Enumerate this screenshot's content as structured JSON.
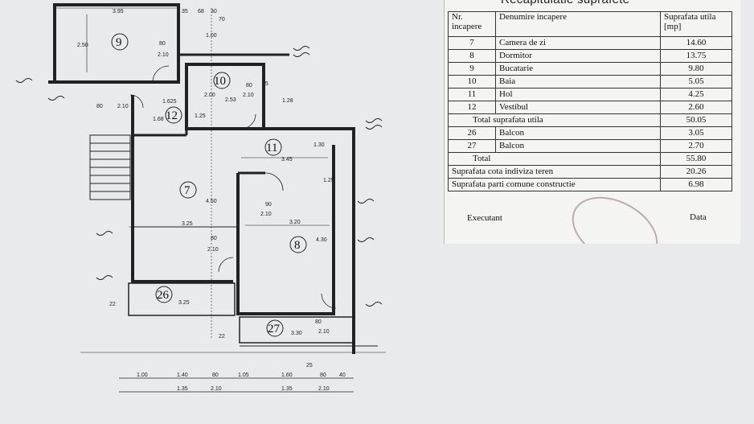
{
  "recap": {
    "title": "Recapitulatie suprafete",
    "head": {
      "nr": "Nr. incapere",
      "name": "Denumire incapere",
      "area": "Suprafata utila [mp]"
    },
    "rows": [
      {
        "nr": "7",
        "name": "Camera de zi",
        "area": "14.60"
      },
      {
        "nr": "8",
        "name": "Dormitor",
        "area": "13.75"
      },
      {
        "nr": "9",
        "name": "Bucatarie",
        "area": "9.80"
      },
      {
        "nr": "10",
        "name": "Baia",
        "area": "5.05"
      },
      {
        "nr": "11",
        "name": "Hol",
        "area": "4.25"
      },
      {
        "nr": "12",
        "name": "Vestibul",
        "area": "2.60"
      }
    ],
    "total_useful_label": "Total suprafata utila",
    "total_useful_value": "50.05",
    "balconies": [
      {
        "nr": "26",
        "name": "Balcon",
        "area": "3.05"
      },
      {
        "nr": "27",
        "name": "Balcon",
        "area": "2.70"
      }
    ],
    "total_label": "Total",
    "total_value": "55.80",
    "land_label": "Suprafata cota indiviza teren",
    "land_value": "20.26",
    "common_label": "Suprafata parti comune constructie",
    "common_value": "6.98",
    "executant_label": "Executant",
    "date_label": "Data"
  },
  "plan": {
    "rooms": {
      "r7": "7",
      "r8": "8",
      "r9": "9",
      "r10": "10",
      "r11": "11",
      "r12": "12",
      "r26": "26",
      "r27": "27"
    },
    "dims": {
      "d_top_395": "3.95",
      "d_top_35": "35",
      "d_top_68": "68",
      "d_top_30": "30",
      "d_top_70": "70",
      "d_top_100": "1.00",
      "d_9_250": "2.50",
      "d_9_80": "80",
      "d_9_210": "2.10",
      "d_10_200": "2.00",
      "d_10_253": "2.53",
      "d_10_80": "80",
      "d_10_210": "2.10",
      "d_10_25": "25",
      "d_10_128": "1.28",
      "d_12_162": "1.625",
      "d_12_125": "1.25",
      "d_12_168": "1.68",
      "d_12_80": "80",
      "d_12_210": "2.10",
      "d_11_345": "3.45",
      "d_11_130": "1.30",
      "d_7_450": "4.50",
      "d_7_325": "3.25",
      "d_7_80": "80",
      "d_7_210": "2.10",
      "d_8_90": "90",
      "d_8_210": "2.10",
      "d_8_320": "3.20",
      "d_8_430": "4.30",
      "d_8_125": "1.25",
      "d_26_325": "3.25",
      "d_26_22": "22",
      "d_27_330": "3.30",
      "d_27_22": "22",
      "d_27_80": "80",
      "d_27_210": "2.10",
      "d_side_25": "25"
    },
    "bottom_top": [
      "1.00",
      "1.40",
      "80",
      "1.05",
      "1.60",
      "80",
      "40"
    ],
    "bottom_bot": [
      "1.35",
      "2.10",
      "1.35",
      "2.10"
    ]
  }
}
